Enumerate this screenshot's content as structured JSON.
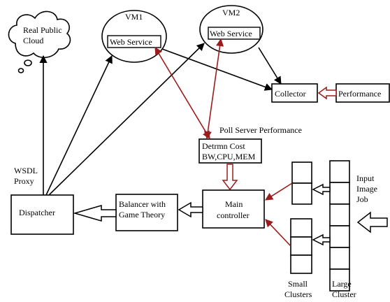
{
  "cloud": {
    "line1": "Real Public",
    "line2": "Cloud"
  },
  "vm1": {
    "title": "VM1",
    "service": "Web Service"
  },
  "vm2": {
    "title": "VM2",
    "service": "Web Service"
  },
  "collector": {
    "label": "Collector"
  },
  "performance": {
    "label": "Performance"
  },
  "poll_label": "Poll Server Performance",
  "determine_cost": {
    "line1": "Detrmn Cost",
    "line2": "BW,CPU,MEM"
  },
  "wsdl": {
    "line1": "WSDL",
    "line2": "Proxy"
  },
  "dispatcher": {
    "label": "Dispatcher"
  },
  "balancer": {
    "line1": "Balancer with",
    "line2": "Game Theory"
  },
  "main_controller": {
    "line1": "Main",
    "line2": "controller"
  },
  "input": {
    "line1": "Input",
    "line2": "Image",
    "line3": "Job"
  },
  "small_clusters": {
    "line1": "Small",
    "line2": "Clusters"
  },
  "large_cluster": {
    "line1": "Large",
    "line2": "Cluster"
  },
  "colors": {
    "line": "#000000",
    "accent": "#9b1c1c",
    "background": "#ffffff"
  }
}
